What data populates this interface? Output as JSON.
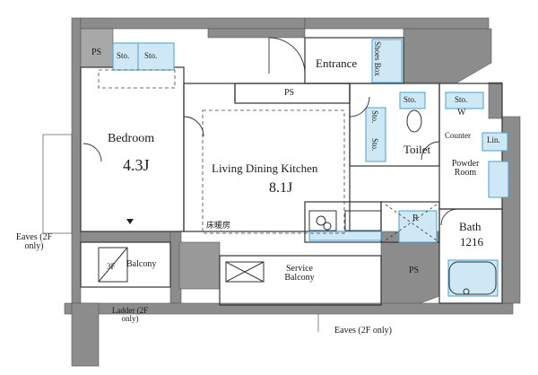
{
  "rooms": {
    "bedroom": {
      "name": "Bedroom",
      "size": "4.3J"
    },
    "ldk": {
      "name": "Living Dining Kitchen",
      "size": "8.1J",
      "floor_heating": "床暖房"
    },
    "entrance": "Entrance",
    "shoes_box": "Shoes Box",
    "toilet": "Toilet",
    "powder_room": "Powder Room",
    "bath": {
      "name": "Bath",
      "size": "1216"
    },
    "balcony": "Balcony",
    "service_balcony": "Service Balcony",
    "counter": "Counter",
    "linen": "Lin.",
    "washer": "W",
    "refrigerator": "R",
    "storage": "Sto.",
    "pipe_space": "PS",
    "hatch": "3F"
  },
  "notes": {
    "eaves_left": "Eaves (2F only)",
    "eaves_bottom": "Eaves (2F only)",
    "ladder": "Ladder (2F only)"
  },
  "colors": {
    "wall": "#8c8c8c",
    "line": "#333333",
    "fixture_fill": "#cfe8f5",
    "fixture_edge": "#4a9fcf"
  }
}
